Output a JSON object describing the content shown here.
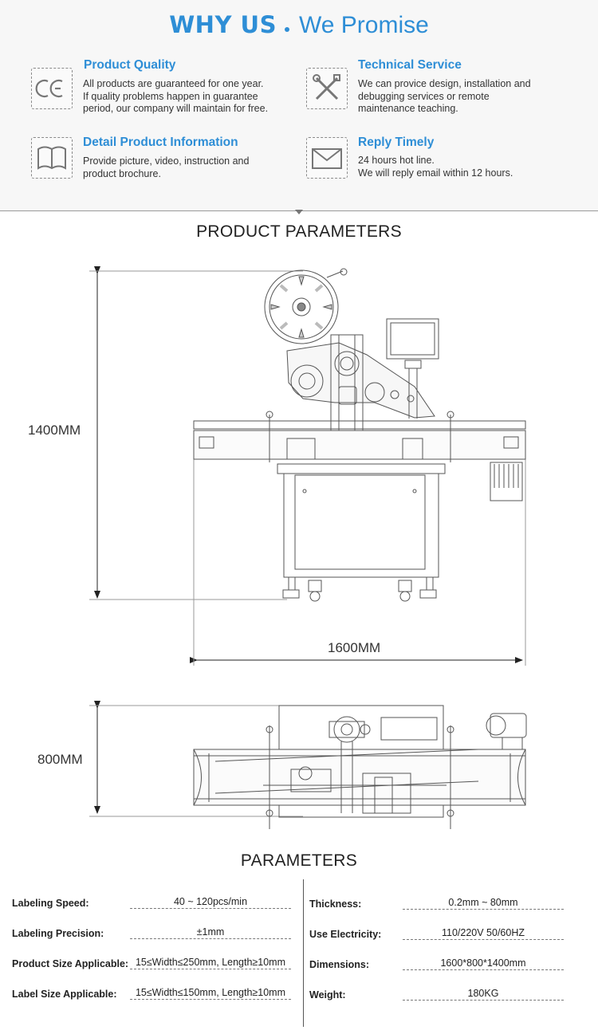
{
  "header": {
    "title_bold": "WHY US",
    "title_light": "We Promise"
  },
  "features": [
    {
      "icon": "ce-mark-icon",
      "title": "Product Quality",
      "desc": "All products are guaranteed for one year.\nIf quality problems happen in guarantee\nperiod, our company will maintain for free."
    },
    {
      "icon": "tools-icon",
      "title": "Technical Service",
      "desc": "We can provice design, installation and\ndebugging services or remote\nmaintenance teaching."
    },
    {
      "icon": "book-icon",
      "title": "Detail Product Information",
      "desc": "Provide picture, video, instruction and\nproduct brochure."
    },
    {
      "icon": "envelope-icon",
      "title": "Reply Timely",
      "desc": "24 hours hot line.\nWe will reply email within 12 hours."
    }
  ],
  "product_parameters": {
    "title": "PRODUCT PARAMETERS",
    "height_label": "1400MM",
    "length_label": "1600MM",
    "width_label": "800MM"
  },
  "parameters": {
    "title": "PARAMETERS",
    "left": [
      {
        "label": "Labeling Speed:",
        "value": "40 ~ 120pcs/min"
      },
      {
        "label": "Labeling Precision:",
        "value": "±1mm"
      },
      {
        "label": "Product Size Applicable:",
        "value": "15≤Width≤250mm, Length≥10mm"
      },
      {
        "label": "Label Size Applicable:",
        "value": "15≤Width≤150mm, Length≥10mm"
      }
    ],
    "right": [
      {
        "label": "Thickness:",
        "value": "0.2mm ~ 80mm"
      },
      {
        "label": "Use Electricity:",
        "value": "110/220V 50/60HZ"
      },
      {
        "label": "Dimensions:",
        "value": "1600*800*1400mm"
      },
      {
        "label": "Weight:",
        "value": "180KG"
      }
    ]
  },
  "colors": {
    "accent": "#2e8ed6",
    "text": "#333333",
    "band": "#f7f7f7"
  }
}
